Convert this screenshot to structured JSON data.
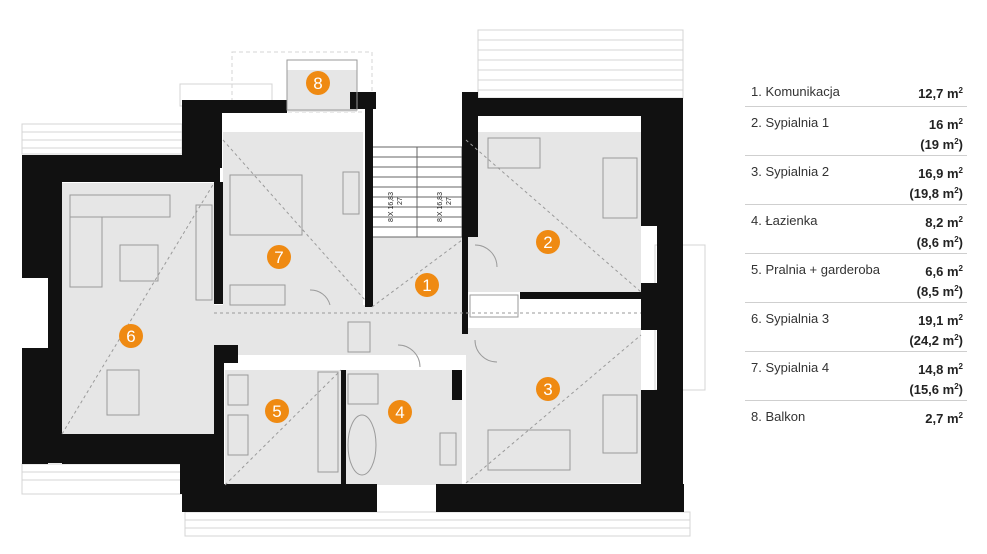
{
  "markers": {
    "m1": "1",
    "m2": "2",
    "m3": "3",
    "m4": "4",
    "m5": "5",
    "m6": "6",
    "m7": "7",
    "m8": "8"
  },
  "stairs": {
    "label_a": "8 X 16,83",
    "label_a2": "27",
    "label_b": "8 X 16,83",
    "label_b2": "27"
  },
  "legend": [
    {
      "name": "1. Komunikacja",
      "area": "12,7 m",
      "area2": ""
    },
    {
      "name": "2. Sypialnia 1",
      "area": "16 m",
      "area2": "(19 m"
    },
    {
      "name": "3. Sypialnia 2",
      "area": "16,9 m",
      "area2": "(19,8 m"
    },
    {
      "name": "4. Łazienka",
      "area": "8,2 m",
      "area2": "(8,6 m"
    },
    {
      "name": "5. Pralnia + garderoba",
      "area": "6,6 m",
      "area2": "(8,5 m"
    },
    {
      "name": "6. Sypialnia 3",
      "area": "19,1 m",
      "area2": "(24,2 m"
    },
    {
      "name": "7. Sypialnia 4",
      "area": "14,8 m",
      "area2": "(15,6 m"
    },
    {
      "name": "8. Balkon",
      "area": "2,7 m",
      "area2": ""
    }
  ],
  "units": {
    "sup": "2",
    "close": ")"
  },
  "colors": {
    "wall": "#111111",
    "floor": "#e6e6e6",
    "marker": "#ef8a12"
  }
}
